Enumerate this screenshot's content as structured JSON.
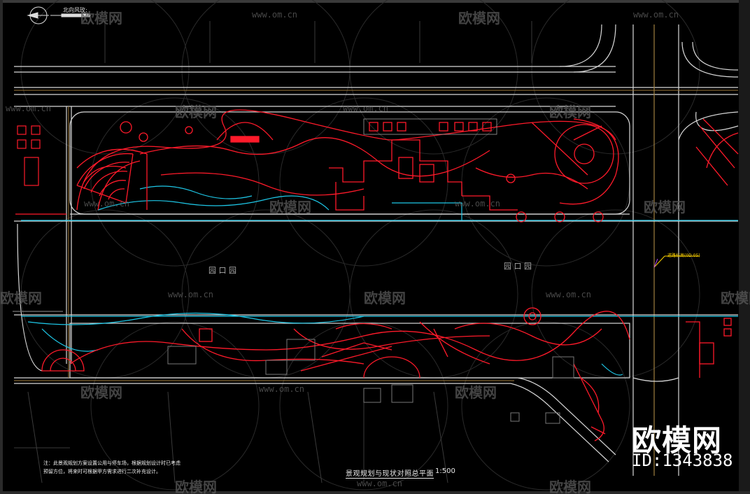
{
  "legend": {
    "label": "北向风玫:"
  },
  "watermark": {
    "brand": "欧模网",
    "url": "www.om.cn"
  },
  "drawing": {
    "title": "景观规划与现状对照总平面",
    "scale": "1:500",
    "note": "注：此景观规划方案设置公用与停车场，根据规划设计时已考虑预留方位，将来时可根据甲方需求进行二次补充设计。"
  },
  "roads": {
    "label_1": "园 口 园",
    "label_2": "园 口 园"
  },
  "callout": {
    "label": "道路标高(0D.05)"
  },
  "brand": {
    "logo": "欧模网",
    "id": "ID:1343838"
  },
  "colors": {
    "background": "#000000",
    "red": "#ff1a2a",
    "white": "#e0e0e0",
    "cyan": "#1ec8e8",
    "yellow": "#ffd400",
    "gray": "#6e6e6e"
  }
}
